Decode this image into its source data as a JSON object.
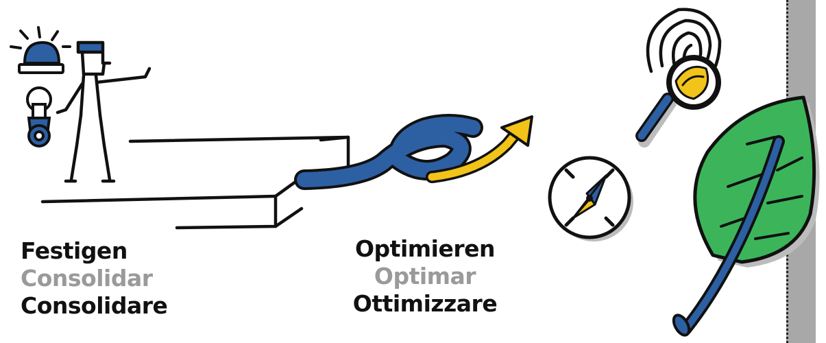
{
  "colors": {
    "blue": "#2d5fa3",
    "yellow": "#f2c318",
    "green": "#3cb55a",
    "ink": "#111111",
    "grey_text": "#9a9a9a",
    "shadow": "#bcbcbc",
    "strip": "#a8a8a8"
  },
  "left_labels": {
    "line1": "Festigen",
    "line2": "Consolidar",
    "line3": "Consolidare"
  },
  "center_labels": {
    "line1": "Optimieren",
    "line2": "Optimar",
    "line3": "Ottimizzare"
  },
  "icons": [
    "siren-light-icon",
    "padlock-key-icon",
    "figure-person-icon",
    "step-stairs-icon",
    "loop-arrow-icon",
    "magnifier-fingerprint-icon",
    "compass-icon",
    "leaf-icon"
  ]
}
